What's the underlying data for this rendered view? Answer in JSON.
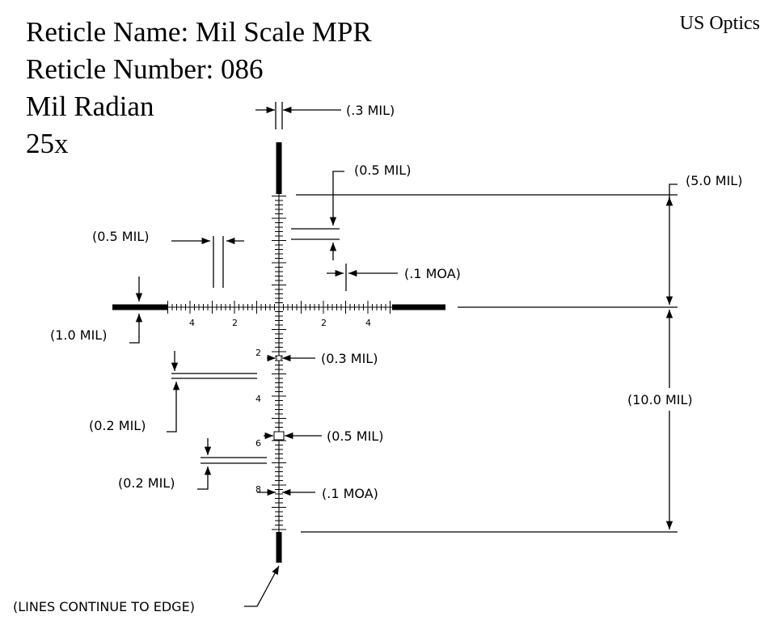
{
  "header": {
    "reticle_name": "Reticle Name: Mil Scale MPR",
    "reticle_number": "Reticle Number: 086",
    "unit": "Mil Radian",
    "magnification": "25x",
    "brand": "US Optics"
  },
  "callouts": {
    "post_width": "(.3 MIL)",
    "top_spacing": "(0.5 MIL)",
    "top_span": "(5.0 MIL)",
    "left_spacing": "(0.5 MIL)",
    "small_tick": "(.1 MOA)",
    "post_thickness": "(1.0 MIL)",
    "box_small": "(0.3 MIL)",
    "total_span": "(10.0 MIL)",
    "line_a": "(0.2 MIL)",
    "box_large": "(0.5 MIL)",
    "line_b": "(0.2 MIL)",
    "lower_tick": "(.1 MOA)",
    "edge_note": "(LINES CONTINUE TO EDGE)"
  },
  "scale_labels": {
    "h_left": [
      "4",
      "2"
    ],
    "h_right": [
      "2",
      "4"
    ],
    "v_down": [
      "2",
      "4",
      "6",
      "8"
    ]
  }
}
